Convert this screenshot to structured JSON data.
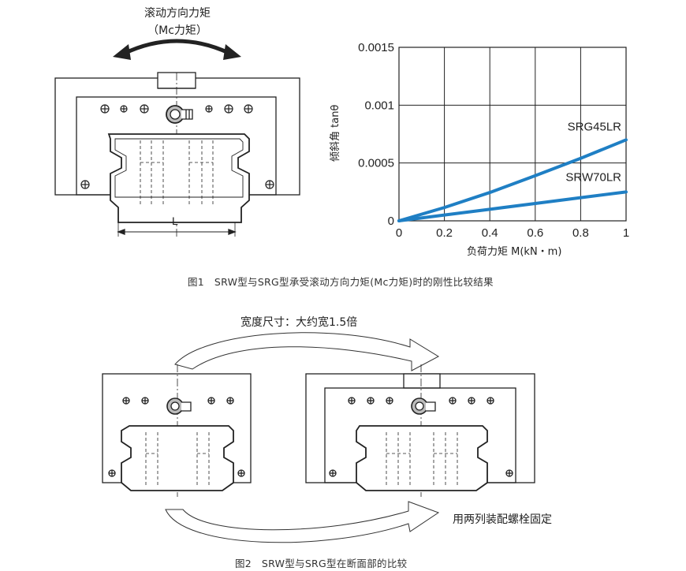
{
  "figure1": {
    "arrow_label_line1": "滚动方向力矩",
    "arrow_label_line2": "（Mc力矩）",
    "dimension_label": "L",
    "caption": "图1　SRW型与SRG型承受滚动方向力矩(Mc力矩)时的刚性比较结果"
  },
  "chart_data": {
    "type": "line",
    "ylabel": "倾斜角 tanθ",
    "xlabel": "负荷力矩 M(kN・m)",
    "xlim": [
      0,
      1
    ],
    "ylim": [
      0,
      0.0015
    ],
    "x_ticks": [
      "0",
      "0.2",
      "0.4",
      "0.6",
      "0.8",
      "1"
    ],
    "y_ticks": [
      "0",
      "0.0005",
      "0.001",
      "0.0015"
    ],
    "grid": true,
    "line_color": "#1f7fc4",
    "series": [
      {
        "name": "SRG45LR",
        "x": [
          0,
          0.2,
          0.4,
          0.6,
          0.8,
          1.0
        ],
        "y": [
          0,
          0.000115,
          0.000245,
          0.00039,
          0.00054,
          0.0007
        ]
      },
      {
        "name": "SRW70LR",
        "x": [
          0,
          0.2,
          0.4,
          0.6,
          0.8,
          1.0
        ],
        "y": [
          0,
          5e-05,
          0.0001,
          0.00015,
          0.0002,
          0.00025
        ]
      }
    ]
  },
  "figure2": {
    "top_label": "宽度尺寸：大约宽1.5倍",
    "bottom_label": "用两列装配螺栓固定",
    "caption": "图2　SRW型与SRG型在断面部的比较"
  }
}
